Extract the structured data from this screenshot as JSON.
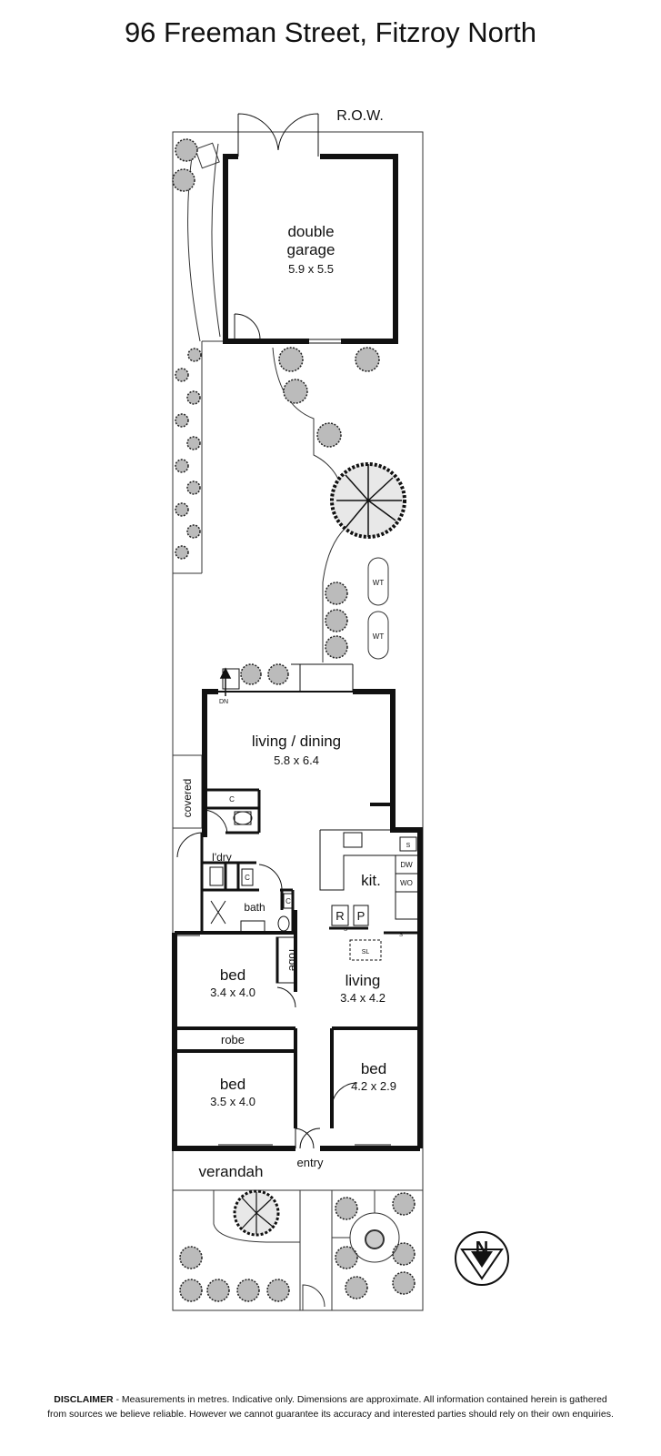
{
  "title": "96 Freeman Street, Fitzroy North",
  "labels": {
    "row": "R.O.W.",
    "covered": "covered",
    "verandah": "verandah",
    "entry": "entry",
    "dn": "DN",
    "wt": "WT",
    "north": "N"
  },
  "rooms": {
    "garage": {
      "name_line1": "double",
      "name_line2": "garage",
      "dims": "5.9 x 5.5"
    },
    "living_dining": {
      "name": "living / dining",
      "dims": "5.8 x 6.4"
    },
    "kitchen": {
      "name": "kit."
    },
    "laundry": {
      "name": "l'dry"
    },
    "bath": {
      "name": "bath"
    },
    "living": {
      "name": "living",
      "dims": "3.4 x 4.2"
    },
    "bed1": {
      "name": "bed",
      "dims": "3.4 x 4.0"
    },
    "bed2": {
      "name": "bed",
      "dims": "3.5 x 4.0"
    },
    "bed3": {
      "name": "bed",
      "dims": "4.2 x 2.9"
    }
  },
  "fixtures": {
    "c": "C",
    "s": "S",
    "dw": "DW",
    "wo": "WO",
    "r": "R",
    "p": "P",
    "sl": "SL",
    "robe": "robe"
  },
  "disclaimer": {
    "lead": "DISCLAIMER",
    "line1": " - Measurements in metres. Indicative only. Dimensions are approximate. All information contained herein is gathered",
    "line2": "from sources we believe reliable. However we cannot guarantee its accuracy and interested parties should rely on their own enquiries."
  }
}
